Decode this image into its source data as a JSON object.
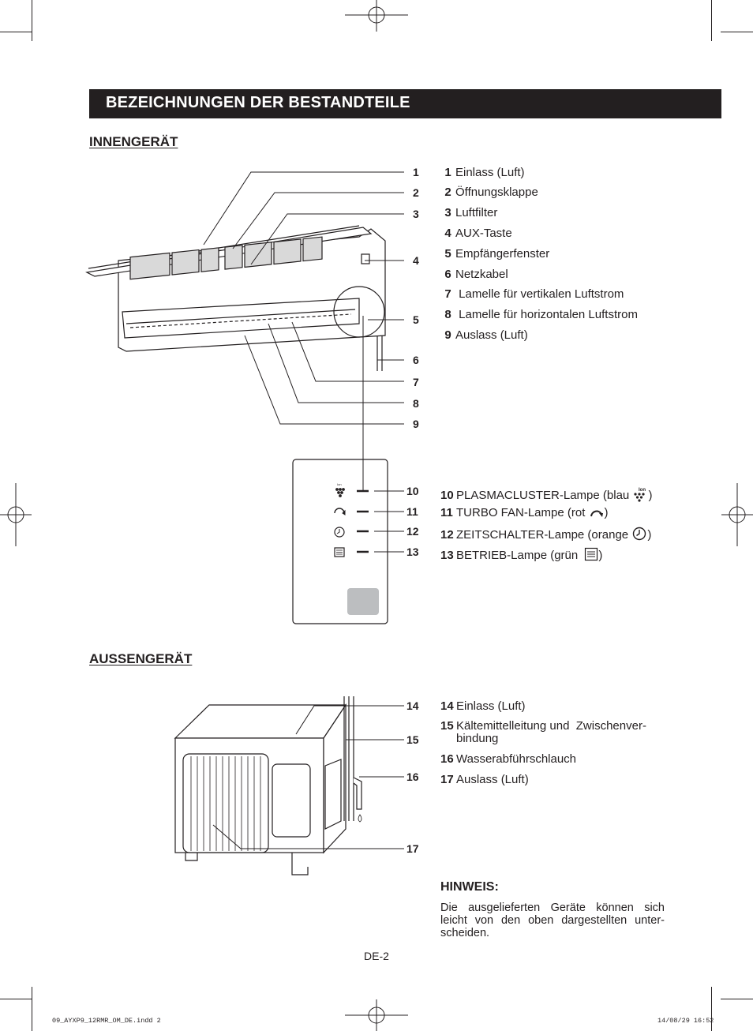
{
  "title": "BEZEICHNUNGEN DER BESTANDTEILE",
  "indoor": {
    "heading": "INNENGERÄT",
    "callouts": [
      "1",
      "2",
      "3",
      "4",
      "5",
      "6",
      "7",
      "8",
      "9"
    ],
    "items": [
      {
        "num": "1",
        "label": "Einlass (Luft)"
      },
      {
        "num": "2",
        "label": "Öffnungsklappe"
      },
      {
        "num": "3",
        "label": "Luftfilter"
      },
      {
        "num": "4",
        "label": "AUX-Taste"
      },
      {
        "num": "5",
        "label": "Empfängerfenster"
      },
      {
        "num": "6",
        "label": "Netzkabel"
      },
      {
        "num": "7",
        "label": " Lamelle für vertikalen Luftstrom"
      },
      {
        "num": "8",
        "label": " Lamelle für horizontalen Luftstrom"
      },
      {
        "num": "9",
        "label": "Auslass (Luft)"
      }
    ],
    "panel_callouts": [
      "10",
      "11",
      "12",
      "13"
    ],
    "lamps": [
      {
        "num": "10",
        "label": "PLASMACLUSTER-Lampe (blau",
        "icon": "plasmacluster-icon"
      },
      {
        "num": "11",
        "label": "TURBO FAN-Lampe (rot",
        "icon": "turbo-fan-icon"
      },
      {
        "num": "12",
        "label": "ZEITSCHALTER-Lampe (orange",
        "icon": "timer-icon"
      },
      {
        "num": "13",
        "label": "BETRIEB-Lampe (grün",
        "icon": "operation-icon"
      }
    ],
    "icon_text_ion": "Ion"
  },
  "outdoor": {
    "heading": "AUSSENGERÄT",
    "callouts": [
      "14",
      "15",
      "16",
      "17"
    ],
    "items": [
      {
        "num": "14",
        "label": "Einlass (Luft)"
      },
      {
        "num": "15",
        "label": "Kältemittelleitung und  Zwischenver-",
        "label2": "bindung"
      },
      {
        "num": "16",
        "label": "Wasserabführschlauch"
      },
      {
        "num": "17",
        "label": "Auslass (Luft)"
      }
    ]
  },
  "note": {
    "heading": "HINWEIS:",
    "text": "Die ausgelieferten Geräte können sich leicht von den oben dargestellten unter-scheiden."
  },
  "page_number": "DE-2",
  "footer": {
    "file": "09_AYXP9_12RMR_OM_DE.indd  2",
    "timestamp": "14/08/29  16:52"
  }
}
